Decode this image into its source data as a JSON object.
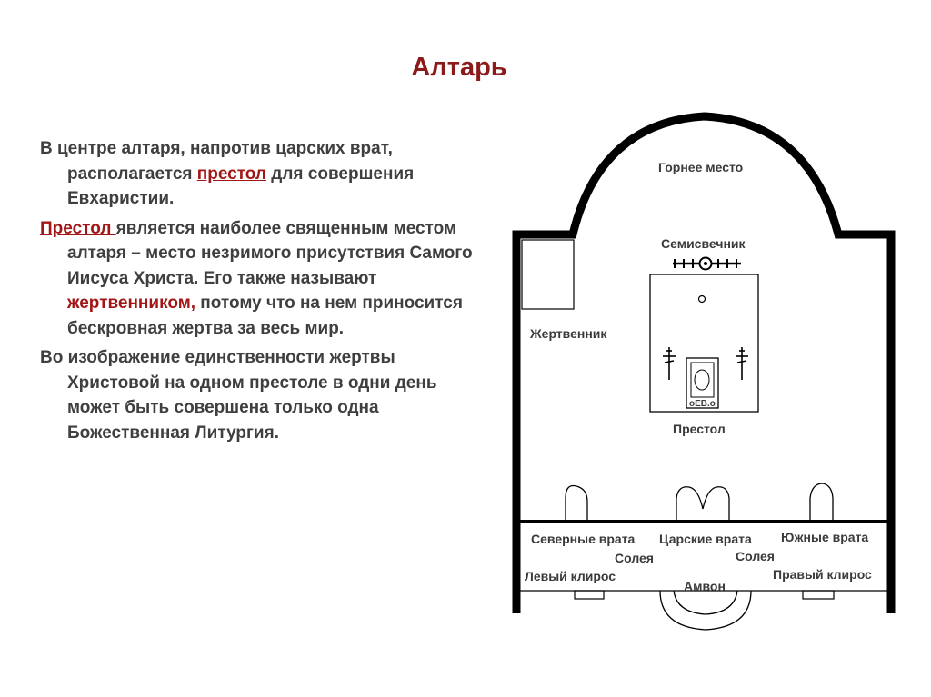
{
  "title": "Алтарь",
  "paragraphs": [
    {
      "parts": [
        {
          "text": "В центре алтаря, напротив царских врат, располагается ",
          "style": "plain"
        },
        {
          "text": "престол",
          "style": "highlight-underline"
        },
        {
          "text": " для совершения Евхаристии.",
          "style": "plain"
        }
      ]
    },
    {
      "parts": [
        {
          "text": "Престол ",
          "style": "highlight-underline"
        },
        {
          "text": "является наиболее священным местом алтаря – место незримого присутствия Самого Иисуса Христа. Его также называют ",
          "style": "plain"
        },
        {
          "text": "жертвенником,",
          "style": "highlight"
        },
        {
          "text": " потому что на нем приносится бескровная жертва за весь мир.",
          "style": "plain"
        }
      ]
    },
    {
      "parts": [
        {
          "text": "Во изображение единственности жертвы Христовой на одном престоле в одни день может быть совершена только одна Божественная Литургия.",
          "style": "plain"
        }
      ]
    }
  ],
  "plan": {
    "labels": {
      "gornee": "Горнее место",
      "semisvechnik": "Семисвечник",
      "zhertvennik": "Жертвенник",
      "prestol": "Престол",
      "evangelie": "оЕВ.о",
      "severnye": "Северные врата",
      "tsarskie": "Царские врата",
      "yuzhnye": "Южные врата",
      "soleya_left": "Солея",
      "soleya_right": "Солея",
      "levy_klire": "Левый клирос",
      "pravy_klire": "Правый клирос",
      "amvon": "Амвон"
    },
    "colors": {
      "wall": "#000000",
      "title": "#8b1a1a",
      "highlight": "#a11717",
      "body_text": "#3f3f3f",
      "label_text": "#3a3a3a"
    }
  }
}
